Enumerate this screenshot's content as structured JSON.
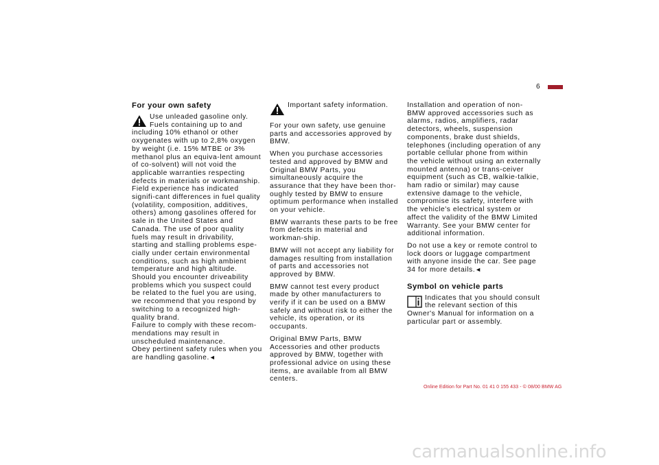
{
  "page": {
    "number": "6",
    "marker_color": "#a01d2a",
    "footer": "Online Edition for Part No. 01 41 0 155 433 - © 08/00 BMW AG",
    "footer_color": "#c81d2c",
    "watermark": "carmanualsonline.info"
  },
  "column1": {
    "heading": "For your own safety",
    "warning_icon": "warning-triangle-icon",
    "paragraph": "Use unleaded gasoline only. Fuels containing up to and including 10% ethanol or other oxygenates with up to 2,8% oxygen by weight (i.e. 15% MTBE or 3% methanol plus an equiva-lent amount of co-solvent) will not void the applicable warranties respecting defects in materials or workmanship. Field experience has indicated signifi-cant differences in fuel quality (volatility, composition, additives, others) among gasolines offered for sale in the United States and Canada. The use of poor quality fuels may result in drivability, starting and stalling problems espe-cially under certain environmental conditions, such as high ambient temperature and high altitude.",
    "paragraph2": "Should you encounter driveability problems which you suspect could be related to the fuel you are using, we recommend that you respond by switching to a recognized high-quality brand.",
    "paragraph3": "Failure to comply with these recom-mendations may result in unscheduled maintenance.",
    "paragraph4": "Obey pertinent safety rules when you are handling gasoline.",
    "end_mark": "◄"
  },
  "column2": {
    "warning_icon": "warning-triangle-icon",
    "intro": "Important safety information.",
    "paragraphs": [
      "For your own safety, use genuine parts and accessories approved by BMW.",
      "When you purchase accessories tested and approved by BMW and Original BMW Parts, you simultaneously acquire the assurance that they have been thor-oughly tested by BMW to ensure optimum performance when installed on your vehicle.",
      "BMW warrants these parts to be free from defects in material and workman-ship.",
      "BMW will not accept any liability for damages resulting from installation of parts and accessories not approved by BMW.",
      "BMW cannot test every product made by other manufacturers to verify if it can be used on a BMW safely and without risk to either the vehicle, its operation, or its occupants.",
      "Original BMW Parts, BMW Accessories and other products approved by BMW, together with professional advice on using these items, are available from all BMW centers."
    ]
  },
  "column3": {
    "paragraphs": [
      "Installation and operation of non-BMW approved accessories such as alarms, radios, amplifiers, radar detectors, wheels, suspension components, brake dust shields, telephones (including operation of any portable cellular phone from within the vehicle without using an externally mounted antenna) or trans-ceiver equipment (such as CB, walkie-talkie, ham radio or similar) may cause extensive damage to the vehicle, compromise its safety, interfere with the vehicle's electrical system or affect the validity of the BMW Limited Warranty. See your BMW center for additional information."
    ],
    "keys_paragraph": "Do not use a key or remote control to lock doors or luggage compartment with anyone inside the car. See page 34 for more details.",
    "end_mark": "◄",
    "symbol_heading": "Symbol on vehicle parts",
    "info_icon": "book-info-icon",
    "symbol_text": "Indicates that you should consult the relevant section of this Owner's Manual for information on a particular part or assembly."
  }
}
